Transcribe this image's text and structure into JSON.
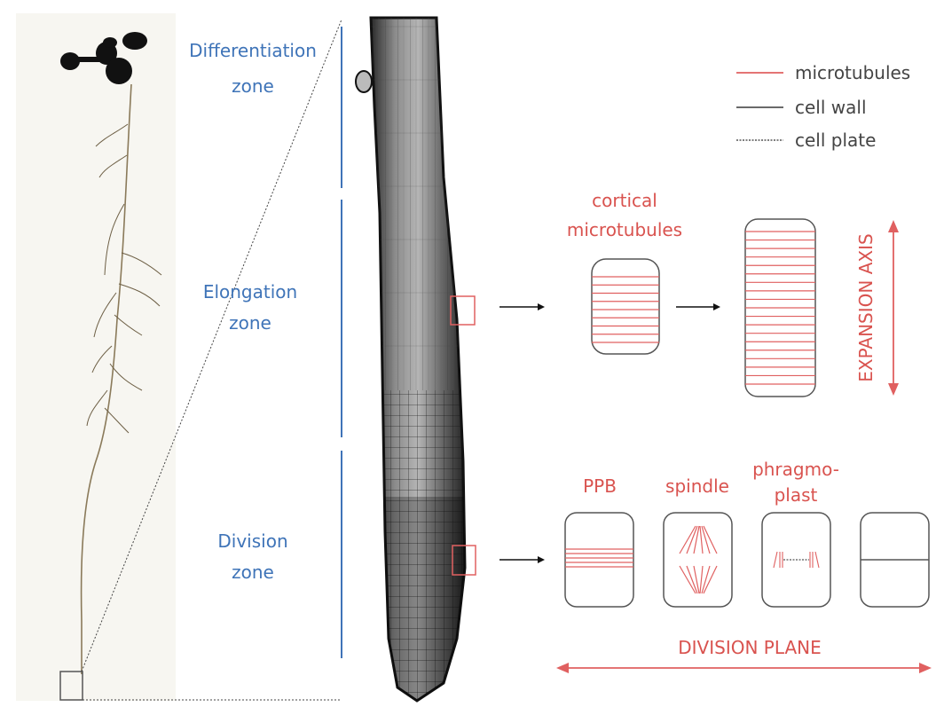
{
  "colors": {
    "zone_text": "#3f74b8",
    "zone_line": "#3f74b8",
    "microtubule": "#e06060",
    "red_text": "#d9534f",
    "cell_wall": "#555555",
    "root_dark": "#1a1a1a"
  },
  "zones": {
    "differentiation": {
      "line1": "Differentiation",
      "line2": "zone"
    },
    "elongation": {
      "line1": "Elongation",
      "line2": "zone"
    },
    "division": {
      "line1": "Division",
      "line2": "zone"
    }
  },
  "legend": {
    "microtubules": "microtubules",
    "cell_wall": "cell wall",
    "cell_plate": "cell plate"
  },
  "elongation_panel": {
    "label_line1": "cortical",
    "label_line2": "microtubules",
    "axis_label": "EXPANSION AXIS"
  },
  "division_panel": {
    "ppb": "PPB",
    "spindle": "spindle",
    "phragmoplast_line1": "phragmo-",
    "phragmoplast_line2": "plast",
    "plane_label": "DIVISION PLANE"
  },
  "icons": {
    "arrow": "right-arrow-icon",
    "double_arrow": "double-arrow-icon"
  }
}
